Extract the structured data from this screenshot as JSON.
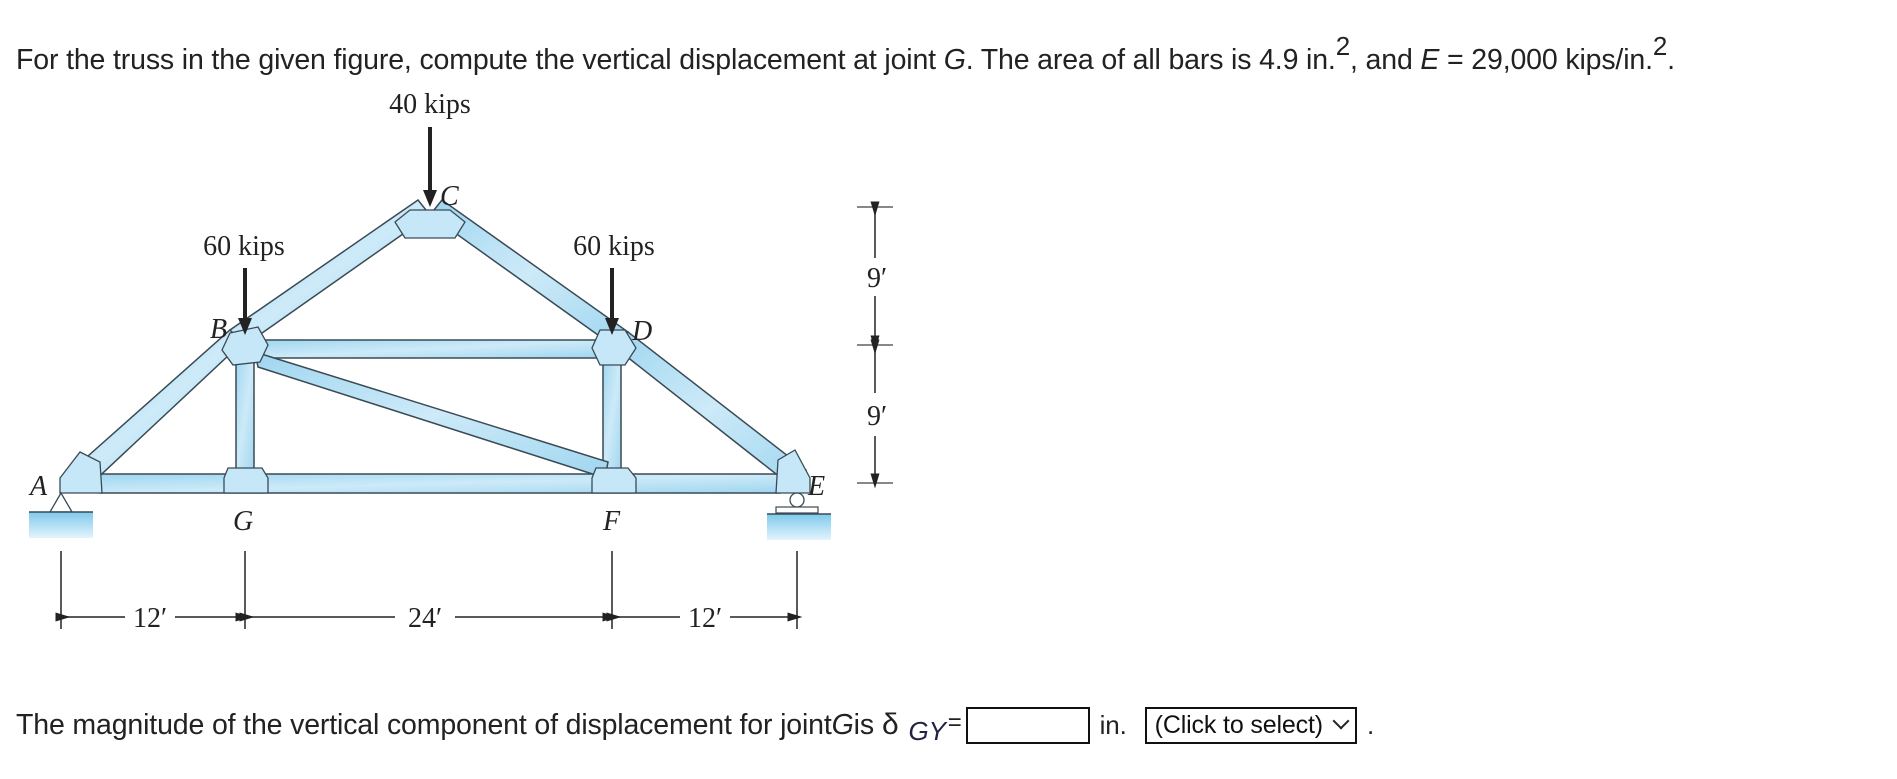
{
  "problem": {
    "prompt_parts": {
      "p1": "For the truss in the given figure, compute the vertical displacement at joint ",
      "joint": "G",
      "p2": ". The area of all bars is 4.9 in.",
      "sup1": "2",
      "p3": ", and ",
      "e_symbol": "E",
      "p4": " = 29,000 kips/in.",
      "sup2": "2",
      "p5": "."
    },
    "area_in2": 4.9,
    "modulus_kips_per_in2": 29000
  },
  "figure": {
    "loads": [
      {
        "joint": "C",
        "label": "40 kips"
      },
      {
        "joint": "B",
        "label": "60 kips"
      },
      {
        "joint": "D",
        "label": "60 kips"
      }
    ],
    "joints": [
      "A",
      "B",
      "C",
      "D",
      "E",
      "F",
      "G"
    ],
    "horizontal_dims": [
      "12′",
      "24′",
      "12′"
    ],
    "vertical_dims": [
      "9′",
      "9′"
    ],
    "colors": {
      "member_fill": "#a9dcf2",
      "member_stroke": "#3a4a55",
      "support_fill": "#8fd0ee"
    }
  },
  "answer": {
    "lead": "The magnitude of the vertical component of displacement for joint ",
    "joint": "G",
    "is": " is",
    "delta": "δ",
    "subscript": "GY",
    "equals": "=",
    "input_value": "",
    "unit": "in.",
    "select_label": "(Click to select)",
    "period": "."
  }
}
